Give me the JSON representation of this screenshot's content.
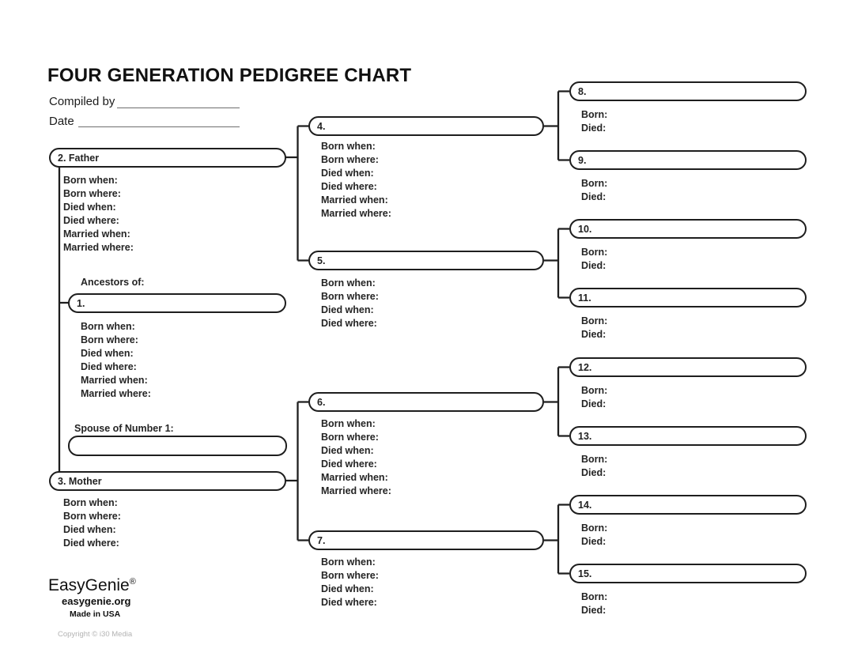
{
  "header": {
    "title": "FOUR GENERATION PEDIGREE CHART",
    "compiled_by_label": "Compiled by",
    "date_label": "Date"
  },
  "labels": {
    "ancestors_of": "Ancestors of:",
    "spouse_of_number_1": "Spouse of Number 1:",
    "full": [
      "Born when:",
      "Born where:",
      "Died when:",
      "Died where:",
      "Married when:",
      "Married where:"
    ],
    "half": [
      "Born when:",
      "Born where:",
      "Died when:",
      "Died where:"
    ],
    "mini": [
      "Born:",
      "Died:"
    ]
  },
  "boxes": {
    "b1": "1.",
    "b2": "2. Father",
    "b3": "3. Mother",
    "b4": "4.",
    "b5": "5.",
    "b6": "6.",
    "b7": "7.",
    "b8": "8.",
    "b9": "9.",
    "b10": "10.",
    "b11": "11.",
    "b12": "12.",
    "b13": "13.",
    "b14": "14.",
    "b15": "15.",
    "spouse": ""
  },
  "footer": {
    "brand": "EasyGenie",
    "registered_mark": "®",
    "website": "easygenie.org",
    "made_in": "Made in USA",
    "copyright": "Copyright © i30 Media"
  }
}
